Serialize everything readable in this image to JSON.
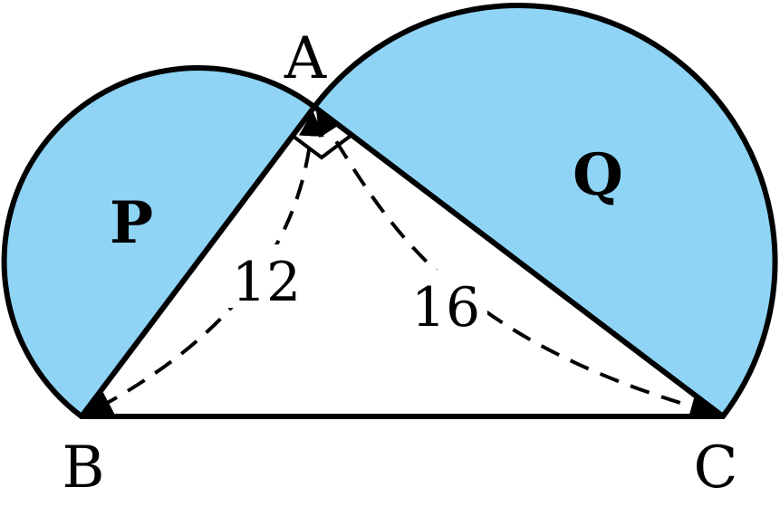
{
  "colors": {
    "semicircle_fill": "#8fd4f5",
    "stroke": "#000000",
    "background": "#ffffff"
  },
  "points": {
    "A": "A",
    "B": "B",
    "C": "C"
  },
  "regions": {
    "P": "P",
    "Q": "Q"
  },
  "lengths": {
    "AB": "12",
    "AC": "16"
  }
}
